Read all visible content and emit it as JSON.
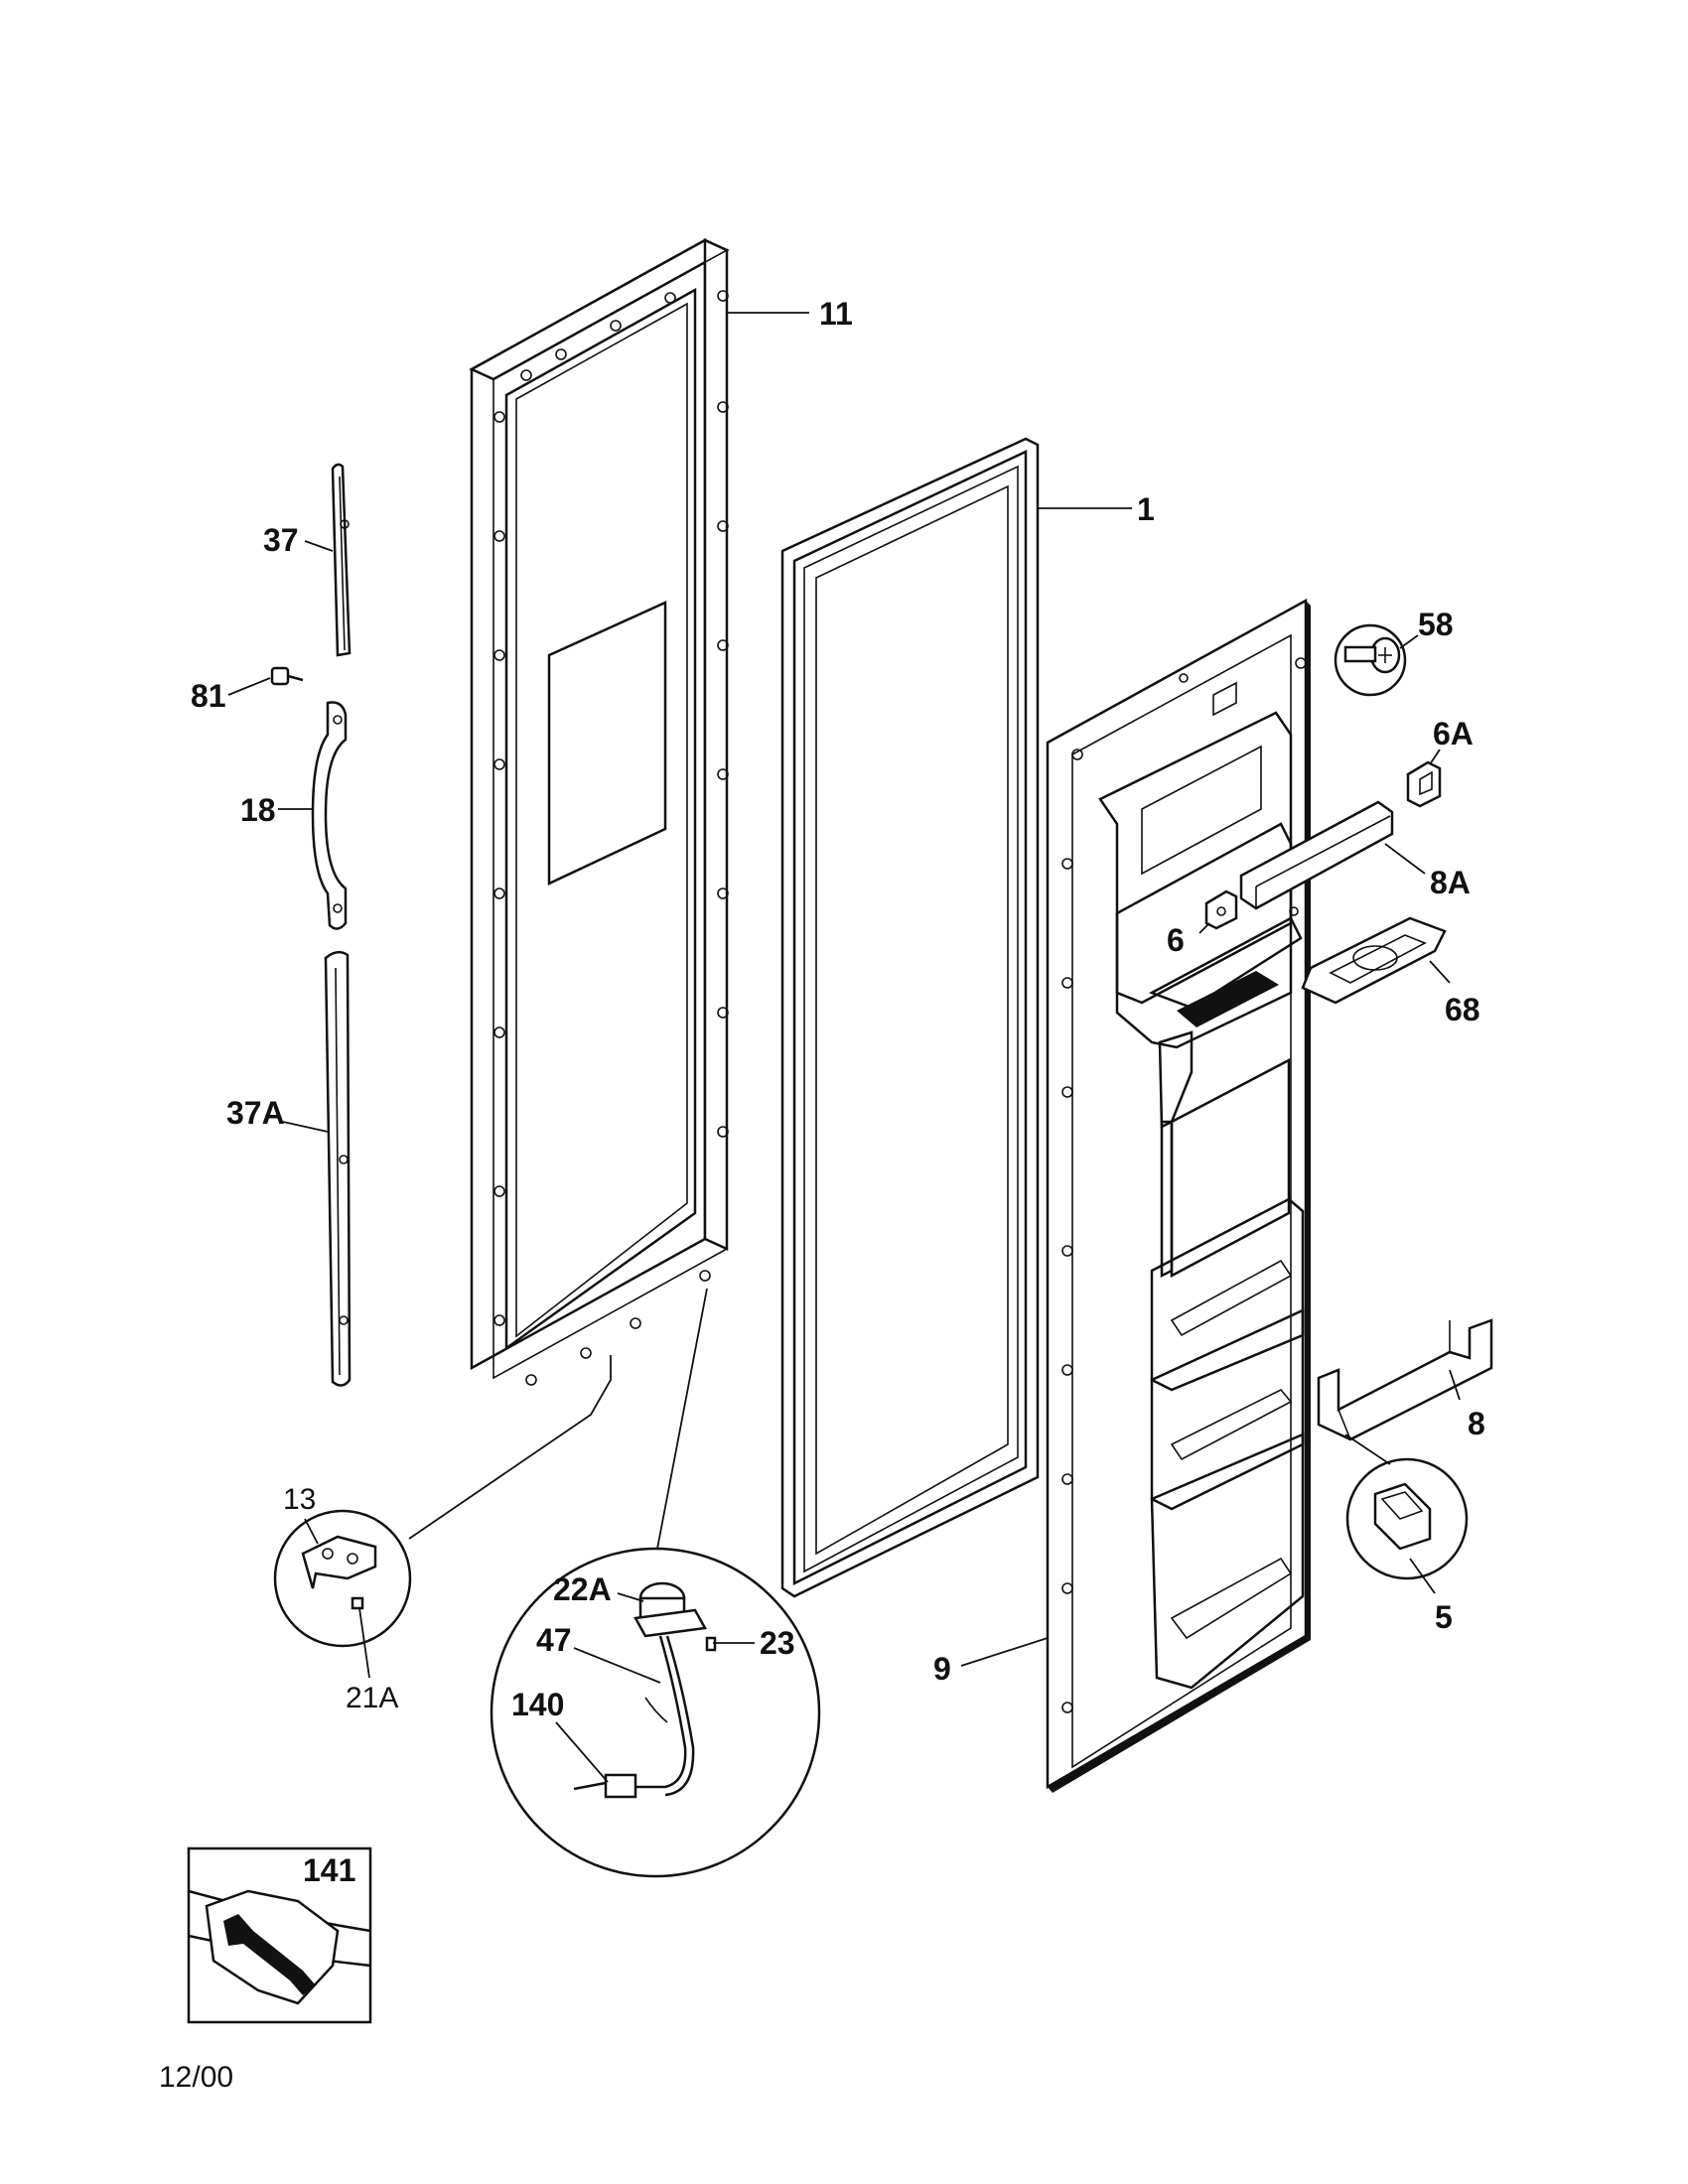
{
  "callouts": {
    "c1": "1",
    "c5": "5",
    "c6": "6",
    "c6A": "6A",
    "c8": "8",
    "c8A": "8A",
    "c9": "9",
    "c11": "11",
    "c13": "13",
    "c18": "18",
    "c21A": "21A",
    "c22A": "22A",
    "c23": "23",
    "c37": "37",
    "c37A": "37A",
    "c47": "47",
    "c58": "58",
    "c68": "68",
    "c81": "81",
    "c140": "140",
    "c141": "141"
  },
  "footer": {
    "date": "12/00"
  }
}
